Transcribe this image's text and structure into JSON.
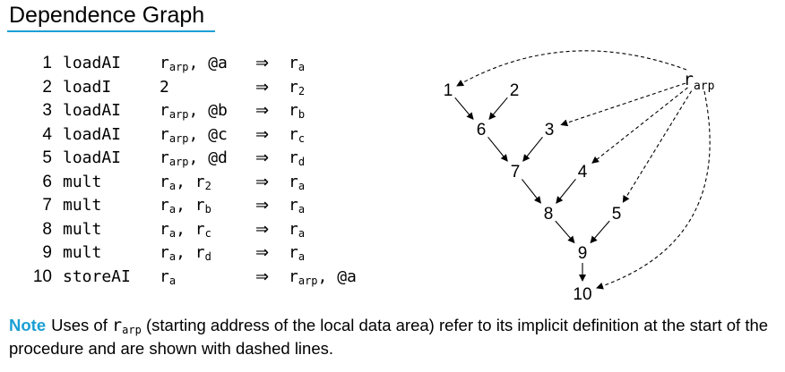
{
  "title": "Dependence Graph",
  "code": [
    {
      "num": "1",
      "op": "loadAI",
      "src": [
        [
          "r",
          "arp"
        ],
        [
          ", @a",
          ""
        ]
      ],
      "arrow": "⇒",
      "dst": [
        [
          "r",
          "a"
        ]
      ]
    },
    {
      "num": "2",
      "op": "loadI",
      "src": [
        [
          "2",
          ""
        ]
      ],
      "arrow": "⇒",
      "dst": [
        [
          "r",
          "2"
        ]
      ]
    },
    {
      "num": "3",
      "op": "loadAI",
      "src": [
        [
          "r",
          "arp"
        ],
        [
          ", @b",
          ""
        ]
      ],
      "arrow": "⇒",
      "dst": [
        [
          "r",
          "b"
        ]
      ]
    },
    {
      "num": "4",
      "op": "loadAI",
      "src": [
        [
          "r",
          "arp"
        ],
        [
          ", @c",
          ""
        ]
      ],
      "arrow": "⇒",
      "dst": [
        [
          "r",
          "c"
        ]
      ]
    },
    {
      "num": "5",
      "op": "loadAI",
      "src": [
        [
          "r",
          "arp"
        ],
        [
          ", @d",
          ""
        ]
      ],
      "arrow": "⇒",
      "dst": [
        [
          "r",
          "d"
        ]
      ]
    },
    {
      "num": "6",
      "op": "mult",
      "src": [
        [
          "r",
          "a"
        ],
        [
          ", r",
          "2"
        ]
      ],
      "arrow": "⇒",
      "dst": [
        [
          "r",
          "a"
        ]
      ]
    },
    {
      "num": "7",
      "op": "mult",
      "src": [
        [
          "r",
          "a"
        ],
        [
          ", r",
          "b"
        ]
      ],
      "arrow": "⇒",
      "dst": [
        [
          "r",
          "a"
        ]
      ]
    },
    {
      "num": "8",
      "op": "mult",
      "src": [
        [
          "r",
          "a"
        ],
        [
          ", r",
          "c"
        ]
      ],
      "arrow": "⇒",
      "dst": [
        [
          "r",
          "a"
        ]
      ]
    },
    {
      "num": "9",
      "op": "mult",
      "src": [
        [
          "r",
          "a"
        ],
        [
          ", r",
          "d"
        ]
      ],
      "arrow": "⇒",
      "dst": [
        [
          "r",
          "a"
        ]
      ]
    },
    {
      "num": "10",
      "op": "storeAI",
      "src": [
        [
          "r",
          "a"
        ]
      ],
      "arrow": "⇒",
      "dst": [
        [
          "r",
          "arp"
        ],
        [
          ", @a",
          ""
        ]
      ]
    }
  ],
  "graph": {
    "nodes": [
      {
        "id": "rarp",
        "label": "r",
        "sub": "arp"
      },
      {
        "id": "1",
        "label": "1"
      },
      {
        "id": "2",
        "label": "2"
      },
      {
        "id": "3",
        "label": "3"
      },
      {
        "id": "4",
        "label": "4"
      },
      {
        "id": "5",
        "label": "5"
      },
      {
        "id": "6",
        "label": "6"
      },
      {
        "id": "7",
        "label": "7"
      },
      {
        "id": "8",
        "label": "8"
      },
      {
        "id": "9",
        "label": "9"
      },
      {
        "id": "10",
        "label": "10"
      }
    ],
    "edges": [
      {
        "from": "1",
        "to": "6",
        "style": "solid"
      },
      {
        "from": "2",
        "to": "6",
        "style": "solid"
      },
      {
        "from": "6",
        "to": "7",
        "style": "solid"
      },
      {
        "from": "3",
        "to": "7",
        "style": "solid"
      },
      {
        "from": "7",
        "to": "8",
        "style": "solid"
      },
      {
        "from": "4",
        "to": "8",
        "style": "solid"
      },
      {
        "from": "8",
        "to": "9",
        "style": "solid"
      },
      {
        "from": "5",
        "to": "9",
        "style": "solid"
      },
      {
        "from": "9",
        "to": "10",
        "style": "solid"
      },
      {
        "from": "rarp",
        "to": "1",
        "style": "dashed"
      },
      {
        "from": "rarp",
        "to": "3",
        "style": "dashed"
      },
      {
        "from": "rarp",
        "to": "4",
        "style": "dashed"
      },
      {
        "from": "rarp",
        "to": "5",
        "style": "dashed"
      },
      {
        "from": "rarp",
        "to": "10",
        "style": "dashed"
      }
    ]
  },
  "note": {
    "label": "Note",
    "pre": "Uses of ",
    "code": "r",
    "code_sub": "arp",
    "post": " (starting address of the local data area) refer to its implicit definition at the start of the procedure and are shown with dashed lines."
  }
}
